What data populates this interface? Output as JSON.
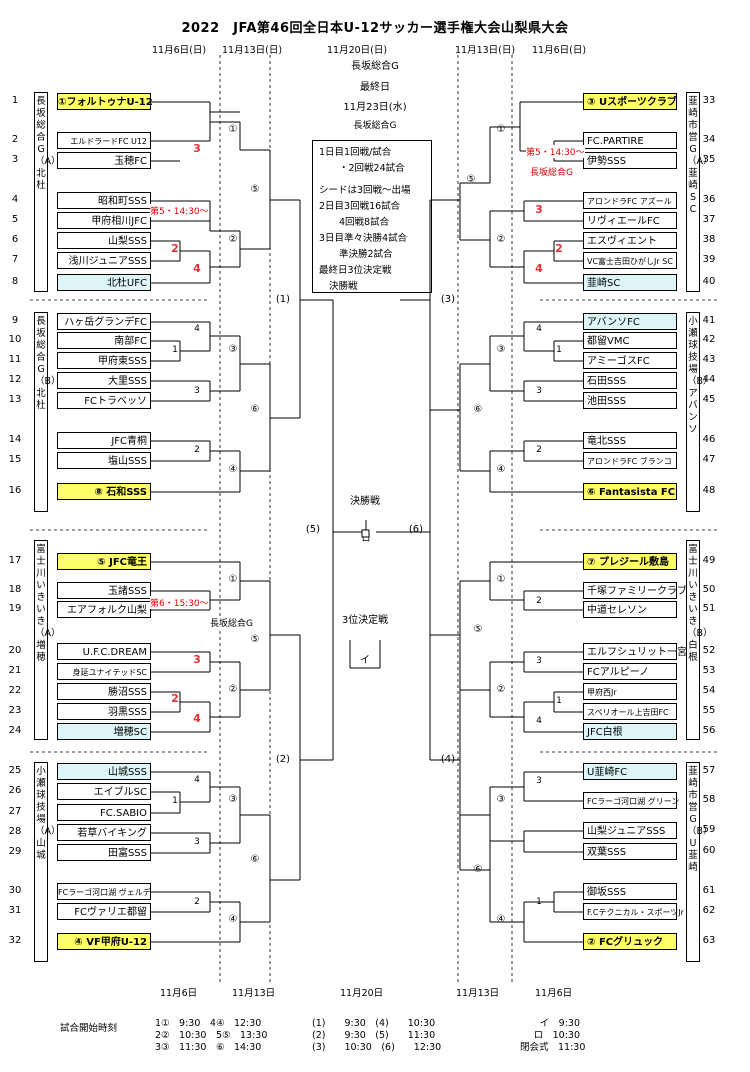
{
  "title": "2022　JFA第46回全日本U-12サッカー選手権大会山梨県大会",
  "dates": {
    "l1": "11月6日(日)",
    "l2": "11月13日(日)",
    "c": "11月20日(日)",
    "r2": "11月13日(日)",
    "r1": "11月6日(日)"
  },
  "center": {
    "venue1": "長坂総合G",
    "final_day": "最終日",
    "final_date": "11月23日(水)",
    "venue2": "長坂総合G",
    "final_label": "決勝戦",
    "final_mark": "ロ",
    "third_label": "3位決定戦",
    "third_mark": "イ"
  },
  "info": [
    "1日目1回戦/試合",
    "・2回戦24試合",
    "シードは3回戦～出場",
    "2日目3回戦16試合",
    "4回戦8試合",
    "3日目準々決勝4試合",
    "準決勝2試合",
    "最終日3位決定戦",
    "決勝戦"
  ],
  "venues": {
    "left": [
      "長坂総合G（A）北杜",
      "長坂総合G（B）北杜",
      "富士川いきいき（A）増穂",
      "小瀬球技場（A）山城"
    ],
    "right": [
      "韮崎市営G（A）韮崎SC",
      "小瀬球技場（B）アバンソ",
      "富士川いきいき（B）白根",
      "韮崎市営G（B）U韮崎"
    ]
  },
  "left_teams": [
    "①フォルトゥナU-12",
    "エルドラードFC U12",
    "玉穂FC",
    "昭和町SSS",
    "甲府相川JFC",
    "山梨SSS",
    "浅川ジュニアSSS",
    "北杜UFC",
    "ハヶ岳グランデFC",
    "南部FC",
    "甲府東SSS",
    "大里SSS",
    "FCトラベッソ",
    "JFC青桐",
    "塩山SSS",
    "⑧ 石和SSS",
    "⑤ JFC竜王",
    "玉諸SSS",
    "エアフォルク山梨",
    "U.F.C.DREAM",
    "身延ユナイテッドSC",
    "勝沼SSS",
    "羽黒SSS",
    "増穂SC",
    "山城SSS",
    "エイブルSC",
    "FC.SABIO",
    "若草バイキング",
    "田富SSS",
    "FCラーゴ河口湖 ヴェルデ",
    "FCヴァリエ都留",
    "④ VF甲府U-12"
  ],
  "left_nums": [
    "1",
    "2",
    "3",
    "4",
    "5",
    "6",
    "7",
    "8",
    "9",
    "10",
    "11",
    "12",
    "13",
    "14",
    "15",
    "16",
    "17",
    "18",
    "19",
    "20",
    "21",
    "22",
    "23",
    "24",
    "25",
    "26",
    "27",
    "28",
    "29",
    "30",
    "31",
    "32"
  ],
  "right_teams": [
    "③ Uスポーツクラブ",
    "FC.PARTIRE",
    "伊勢SSS",
    "アロンドラFC アズール",
    "リヴィエールFC",
    "エスヴィエント",
    "VC富士吉田ひがしJr SC",
    "韮崎SC",
    "アバンソFC",
    "都留VMC",
    "アミーゴスFC",
    "石田SSS",
    "池田SSS",
    "竜北SSS",
    "アロンドラFC ブランコ",
    "⑥ Fantasista FC",
    "⑦ プレジール敷島",
    "千塚ファミリークラブ",
    "中道セレソン",
    "エルフシュリット一宮",
    "FCアルピーノ",
    "甲府西Jr",
    "スペリオール上吉田FC",
    "JFC白根",
    "U韮崎FC",
    "FCラーゴ河口湖 グリーン",
    "山梨ジュニアSSS",
    "双葉SSS",
    "御坂SSS",
    "F.Cテクニカル・スポーツJr",
    "② FCグリュック"
  ],
  "right_nums": [
    "33",
    "34",
    "35",
    "36",
    "37",
    "38",
    "39",
    "40",
    "41",
    "42",
    "43",
    "44",
    "45",
    "46",
    "47",
    "48",
    "49",
    "50",
    "51",
    "52",
    "53",
    "54",
    "55",
    "56",
    "57",
    "58",
    "59",
    "60",
    "61",
    "62",
    "63"
  ],
  "results": {
    "l_a1": "3",
    "l_a2": "2",
    "l_a3": "4",
    "l_c1": "3",
    "l_c2": "2",
    "l_c3": "4",
    "r_a1": "3",
    "r_a2": "2",
    "r_a3": "4",
    "l_k1": "4",
    "l_k2": "1",
    "l_k3": "3",
    "l_k4": "2",
    "l_k5": "4",
    "l_k6": "1",
    "l_k7": "3",
    "l_k8": "2",
    "r_k1": "4",
    "r_k2": "1",
    "r_k3": "3",
    "r_k4": "2",
    "r_k5": "2",
    "r_k6": "3",
    "r_k7": "1",
    "r_k8": "4",
    "r_k9": "3",
    "r_k10": "1"
  },
  "notes": {
    "l1": "第5・14:30～",
    "l2": "第6・15:30～",
    "l2b": "長坂総合G",
    "r1": "第5・14:30～",
    "r1b": "長坂総合G"
  },
  "rounds": {
    "circ1": "①",
    "circ2": "②",
    "circ3": "③",
    "circ4": "④",
    "circ5": "⑤",
    "circ6": "⑥",
    "p1": "(1)",
    "p2": "(2)",
    "p3": "(3)",
    "p4": "(4)",
    "p5": "(5)",
    "p6": "(6)"
  },
  "bottom_dates": [
    "11月6日",
    "11月13日",
    "11月20日",
    "11月13日",
    "11月6日"
  ],
  "schedule": {
    "label": "試合開始時刻",
    "col1": [
      "1①　9:30　4④　12:30",
      "2②　10:30　5⑤　13:30",
      "3③　11:30　⑥　14:30"
    ],
    "col2": [
      "(1)　　9:30　(4)　　10:30",
      "(2)　　9:30　(5)　　11:30",
      "(3)　　10:30　(6)　　12:30"
    ],
    "col3": [
      "イ　9:30",
      "ロ　10:30",
      "閉会式　11:30"
    ]
  }
}
